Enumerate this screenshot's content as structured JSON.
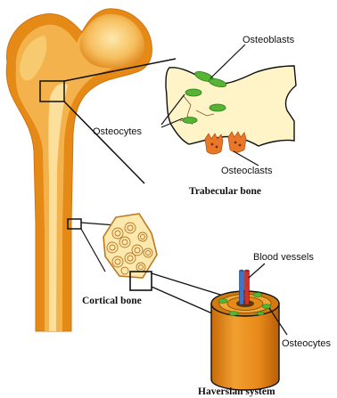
{
  "labels": {
    "osteoblasts": "Osteoblasts",
    "osteocytes_top": "Osteocytes",
    "osteoclasts": "Osteoclasts",
    "trabecular_bone": "Trabecular bone",
    "cortical_bone": "Cortical bone",
    "blood_vessels": "Blood vessels",
    "osteocytes_bottom": "Osteocytes",
    "haversian_system": "Haversian system"
  },
  "colors": {
    "bone_outer": "#e58a16",
    "bone_mid": "#f3b04a",
    "bone_inner": "#fbd77e",
    "bone_highlight": "#fde9ad",
    "trabecular_fill": "#fff3c8",
    "cell_green": "#55b433",
    "osteoclast_orange": "#e8772a",
    "cylinder_side": "#e8891a",
    "vessel_blue": "#3b74c8",
    "vessel_red": "#d2302a"
  }
}
